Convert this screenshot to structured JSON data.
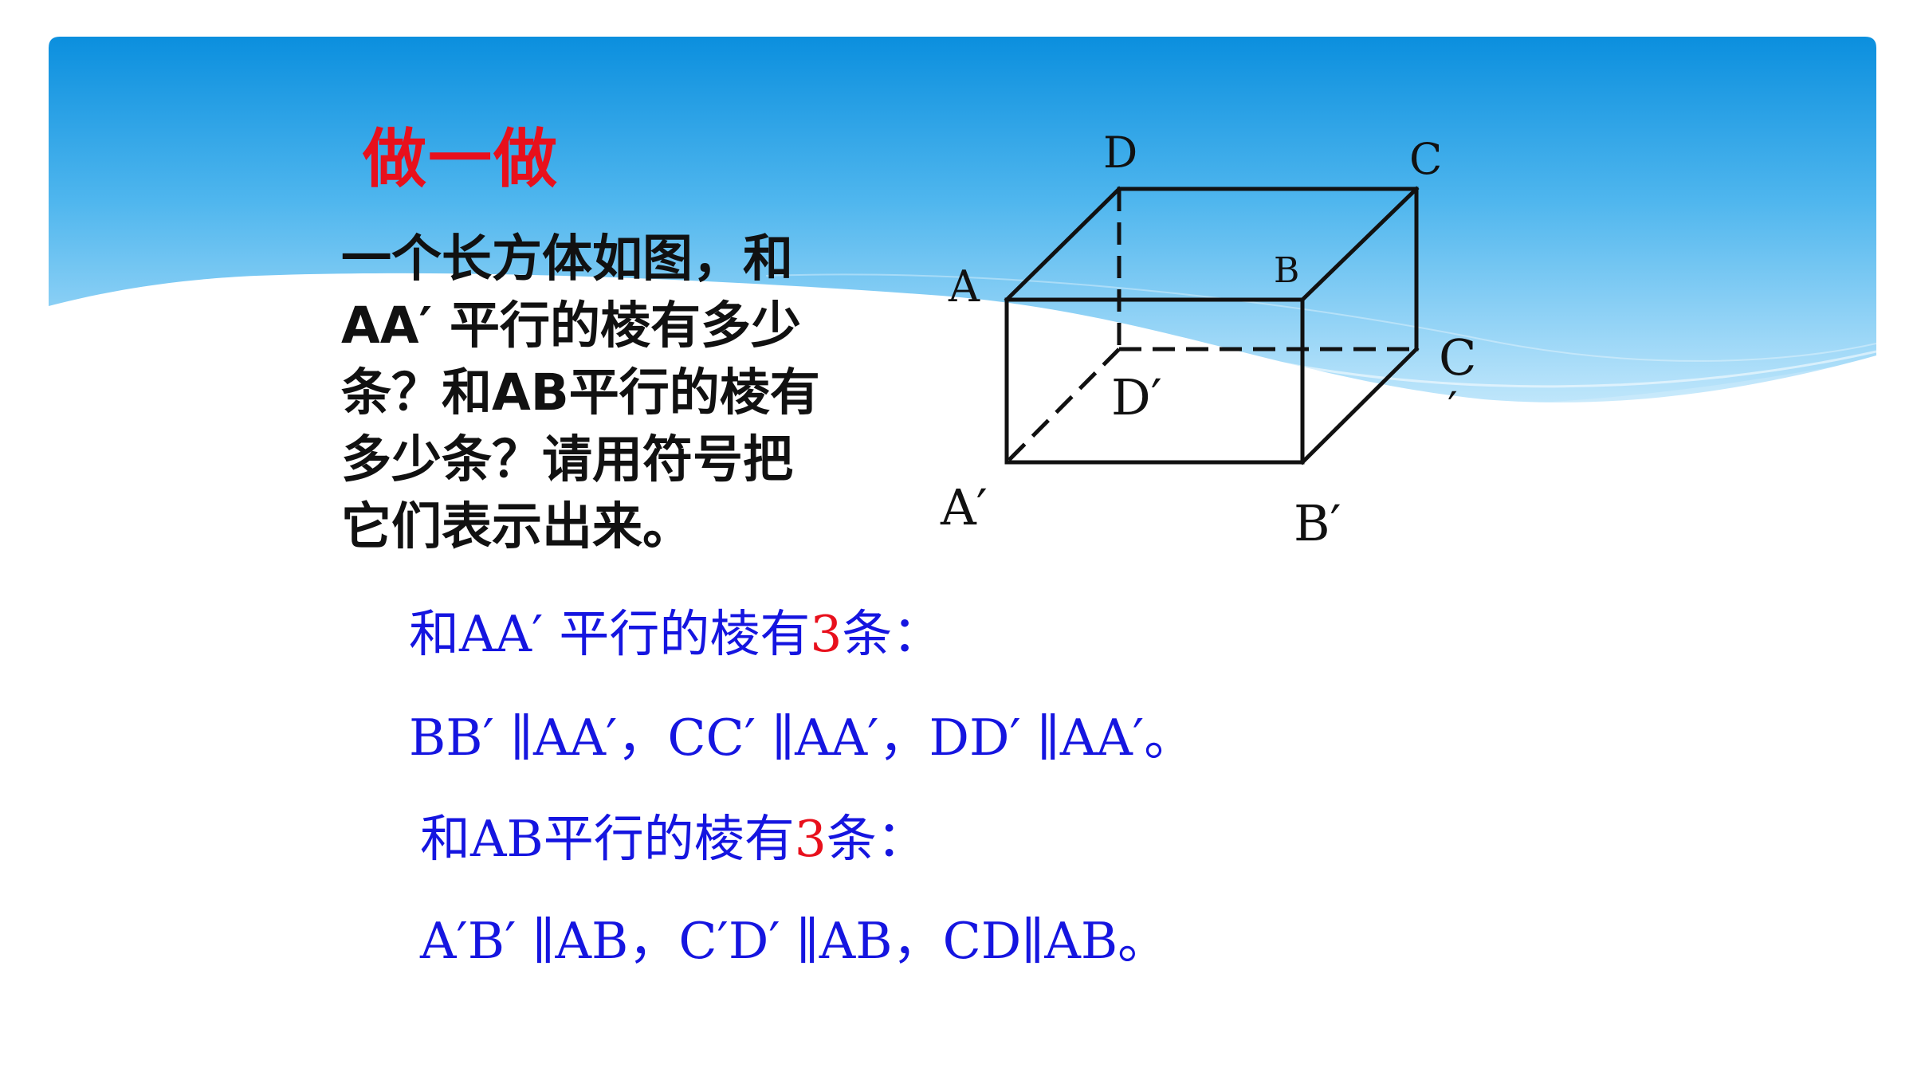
{
  "title": "做一做",
  "question": {
    "lines": [
      "一个长方体如图，和",
      "AA′ 平行的棱有多少",
      "条？和AB平行的棱有",
      "多少条？请用符号把",
      "它们表示出来。"
    ]
  },
  "figure": {
    "labels": {
      "A": "A",
      "B": "B",
      "C": "C",
      "D": "D",
      "A_prime": "A′",
      "B_prime": "B′",
      "C_prime": "C",
      "C_prime_mark": "′",
      "D_prime": "D′"
    }
  },
  "answers": {
    "aa_heading": {
      "prefix": "和AA′ 平行的棱有",
      "count": "3",
      "suffix": "条："
    },
    "aa_result": "BB′ ∥AA′，CC′ ∥AA′，DD′ ∥AA′。",
    "ab_heading": {
      "prefix": "和AB平行的棱有",
      "count": "3",
      "suffix": "条："
    },
    "ab_result": "A′B′ ∥AB，C′D′ ∥AB，CD∥AB。"
  },
  "colors": {
    "title": "#e8101c",
    "answer_text": "#1515e0",
    "highlight": "#e8101c",
    "question_text": "#111111",
    "banner_top": "#0b8fde",
    "banner_bottom": "#bfe6fb"
  }
}
